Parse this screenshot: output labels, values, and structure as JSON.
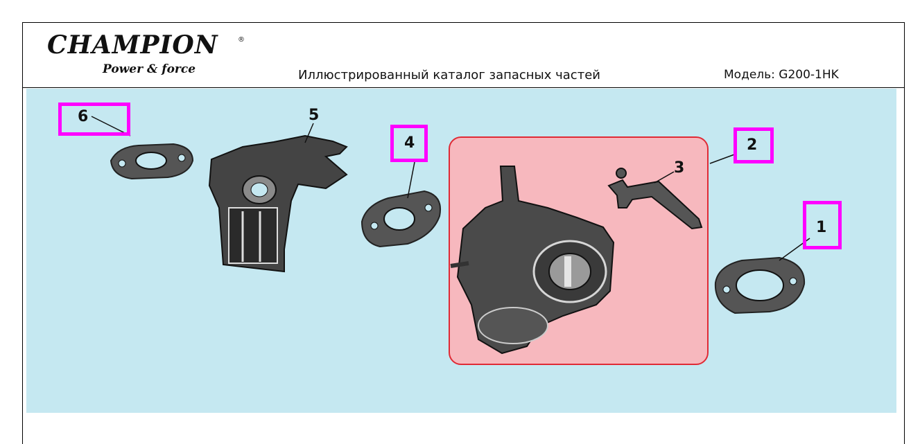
{
  "header": {
    "brand": "CHAMPION",
    "brand_reg": "®",
    "brand_tagline": "Power & force",
    "catalog_title": "Иллюстрированный каталог запасных частей",
    "model_label": "Модель: G200-1HK"
  },
  "callouts": [
    "1",
    "2",
    "3",
    "4",
    "5",
    "6"
  ],
  "parts": [
    {
      "number": "1",
      "name": "gasket-icon"
    },
    {
      "number": "2",
      "name": "carburetor-icon"
    },
    {
      "number": "3",
      "name": "choke-lever-icon"
    },
    {
      "number": "4",
      "name": "gasket-icon"
    },
    {
      "number": "5",
      "name": "insulator-bracket-icon"
    },
    {
      "number": "6",
      "name": "gasket-icon"
    }
  ],
  "colors": {
    "panel_background": "#c5e8f1",
    "highlight_fill": "#f7b8be",
    "highlight_border": "#e02a35",
    "callout_border": "#ff00ff"
  }
}
